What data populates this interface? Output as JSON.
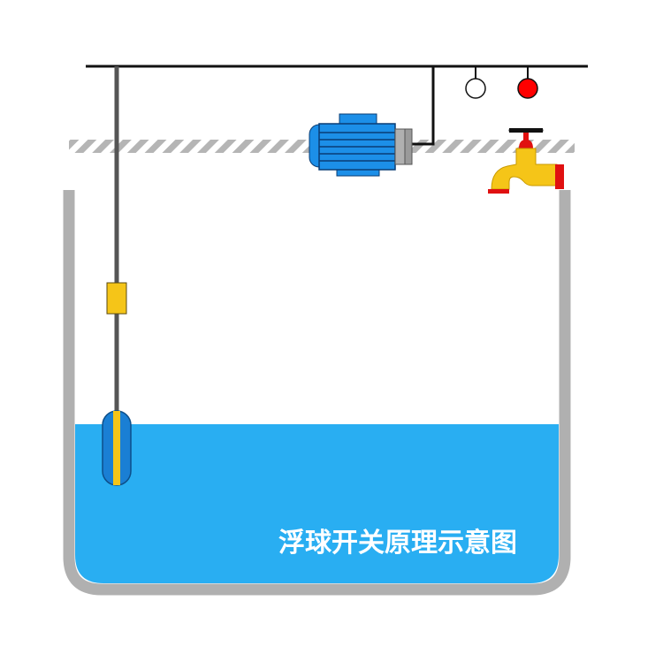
{
  "diagram": {
    "caption": "浮球开关原理示意图",
    "colors": {
      "water": "#29aef2",
      "tank": "#b0b0b0",
      "wire": "#111111",
      "float_body": "#1a7fd4",
      "float_stripe": "#f5c518",
      "weight": "#f5c518",
      "motor_body": "#1c8fe8",
      "faucet": "#f5c518",
      "valve_red": "#e01010",
      "lamp_off": "#ffffff",
      "lamp_on": "#ff0000",
      "ceiling_hatch": "#b5b5b5",
      "cable": "#555555"
    },
    "indicators": [
      {
        "name": "lamp-off",
        "state": "off"
      },
      {
        "name": "lamp-on",
        "state": "on"
      }
    ],
    "icons": {
      "motor": "pump-motor-icon",
      "faucet": "faucet-icon",
      "float": "float-switch-icon",
      "weight": "counterweight-icon"
    }
  }
}
